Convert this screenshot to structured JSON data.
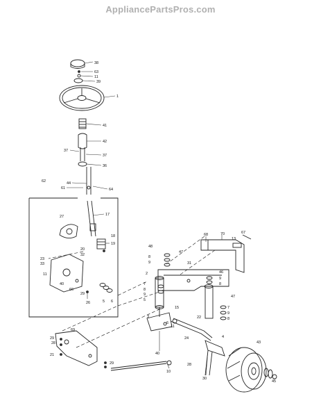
{
  "header": {
    "watermark": "AppliancePartsPros.com"
  },
  "callouts": [
    {
      "id": "c-38",
      "text": "38"
    },
    {
      "id": "c-63",
      "text": "63"
    },
    {
      "id": "c-11a",
      "text": "11"
    },
    {
      "id": "c-39",
      "text": "39"
    },
    {
      "id": "c-1",
      "text": "1"
    },
    {
      "id": "c-41",
      "text": "41"
    },
    {
      "id": "c-42",
      "text": "42"
    },
    {
      "id": "c-37a",
      "text": "37"
    },
    {
      "id": "c-37b",
      "text": "37"
    },
    {
      "id": "c-36",
      "text": "36"
    },
    {
      "id": "c-62",
      "text": "62"
    },
    {
      "id": "c-44",
      "text": "44"
    },
    {
      "id": "c-61",
      "text": "61"
    },
    {
      "id": "c-64",
      "text": "64"
    },
    {
      "id": "c-17",
      "text": "17"
    },
    {
      "id": "c-27",
      "text": "27"
    },
    {
      "id": "c-18",
      "text": "18"
    },
    {
      "id": "c-19",
      "text": "19"
    },
    {
      "id": "c-20",
      "text": "20"
    },
    {
      "id": "c-32",
      "text": "32"
    },
    {
      "id": "c-23",
      "text": "23"
    },
    {
      "id": "c-33",
      "text": "33"
    },
    {
      "id": "c-11b",
      "text": "11"
    },
    {
      "id": "c-40a",
      "text": "40"
    },
    {
      "id": "c-66",
      "text": "66"
    },
    {
      "id": "c-29a",
      "text": "29"
    },
    {
      "id": "c-26",
      "text": "26"
    },
    {
      "id": "c-5a",
      "text": "5"
    },
    {
      "id": "c-6a",
      "text": "6"
    },
    {
      "id": "c-68",
      "text": "68"
    },
    {
      "id": "c-70",
      "text": "70"
    },
    {
      "id": "c-67",
      "text": "67"
    },
    {
      "id": "c-13",
      "text": "13"
    },
    {
      "id": "c-48",
      "text": "48"
    },
    {
      "id": "c-47a",
      "text": "47"
    },
    {
      "id": "c-8a",
      "text": "8"
    },
    {
      "id": "c-9a",
      "text": "9"
    },
    {
      "id": "c-31",
      "text": "31"
    },
    {
      "id": "c-2",
      "text": "2"
    },
    {
      "id": "c-7a",
      "text": "7"
    },
    {
      "id": "c-8b",
      "text": "8"
    },
    {
      "id": "c-9b",
      "text": "9"
    },
    {
      "id": "c-5b",
      "text": "5"
    },
    {
      "id": "c-15",
      "text": "15"
    },
    {
      "id": "c-46",
      "text": "46"
    },
    {
      "id": "c-9c",
      "text": "9"
    },
    {
      "id": "c-8c",
      "text": "8"
    },
    {
      "id": "c-47b",
      "text": "47"
    },
    {
      "id": "c-7b",
      "text": "7"
    },
    {
      "id": "c-9d",
      "text": "9"
    },
    {
      "id": "c-8d",
      "text": "8"
    },
    {
      "id": "c-3",
      "text": "3"
    },
    {
      "id": "c-22",
      "text": "22"
    },
    {
      "id": "c-6b",
      "text": "6"
    },
    {
      "id": "c-11c",
      "text": "11"
    },
    {
      "id": "c-24",
      "text": "24"
    },
    {
      "id": "c-4",
      "text": "4"
    },
    {
      "id": "c-43",
      "text": "43"
    },
    {
      "id": "c-69",
      "text": "69"
    },
    {
      "id": "c-29b",
      "text": "29"
    },
    {
      "id": "c-28a",
      "text": "28"
    },
    {
      "id": "c-21",
      "text": "21"
    },
    {
      "id": "c-29c",
      "text": "29"
    },
    {
      "id": "c-40b",
      "text": "40"
    },
    {
      "id": "c-10",
      "text": "10"
    },
    {
      "id": "c-28b",
      "text": "28"
    },
    {
      "id": "c-30",
      "text": "30"
    },
    {
      "id": "c-45",
      "text": "45"
    }
  ]
}
